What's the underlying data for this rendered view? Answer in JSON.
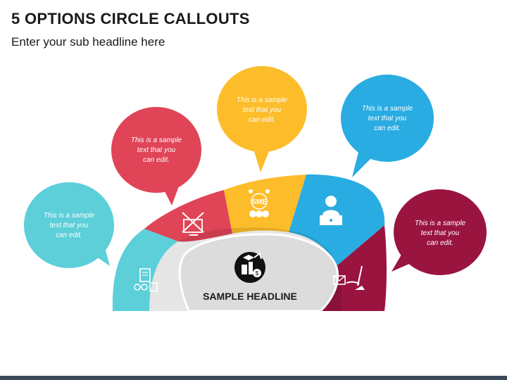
{
  "title": "5 OPTIONS CIRCLE CALLOUTS",
  "subtitle": "Enter your sub headline here",
  "headline": "SAMPLE HEADLINE",
  "center_icon": "graduate-growth-icon",
  "options": [
    {
      "color": "#5ccfd9",
      "icon": "documents-coins-icon",
      "text": [
        "This is a sample",
        "text that you",
        "can edit."
      ]
    },
    {
      "color": "#e04457",
      "icon": "tools-monitor-icon",
      "text": [
        "This is a sample",
        "text that you",
        "can edit."
      ]
    },
    {
      "color": "#fdbd2a",
      "icon": "sme-gears-icon",
      "icon_label": "SME",
      "text": [
        "This is a sample",
        "text that you",
        "can edit."
      ]
    },
    {
      "color": "#29ace2",
      "icon": "person-laptop-icon",
      "text": [
        "This is a sample",
        "text that you",
        "can edit."
      ]
    },
    {
      "color": "#9a1440",
      "icon": "email-hand-icon",
      "text": [
        "This is a sample",
        "text that you",
        "can edit."
      ]
    }
  ]
}
